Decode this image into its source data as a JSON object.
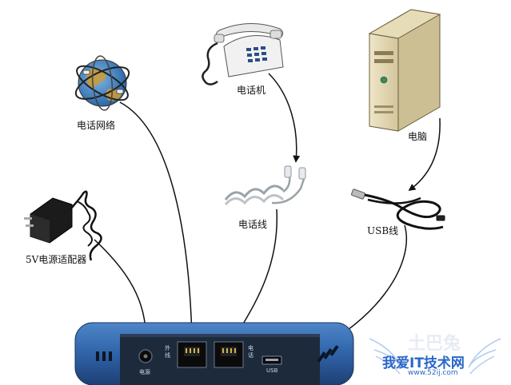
{
  "labels": {
    "phone_network": "电话网络",
    "telephone": "电话机",
    "computer": "电脑",
    "phone_cable": "电话线",
    "usb_cable": "USB线",
    "power_adapter": "5V电源适配器"
  },
  "device": {
    "power_label": "电源",
    "port_left_label": "外线",
    "port_right_label": "电话",
    "usb_label": "USB"
  },
  "watermark": {
    "line1": "土巴兔",
    "line2": "我爱IT技术网",
    "url": "www.52ij.com"
  },
  "colors": {
    "device_blue": "#2f63a8",
    "device_dark": "#1c2a3c",
    "watermark_blue": "#2a67c9",
    "line": "#111111"
  }
}
